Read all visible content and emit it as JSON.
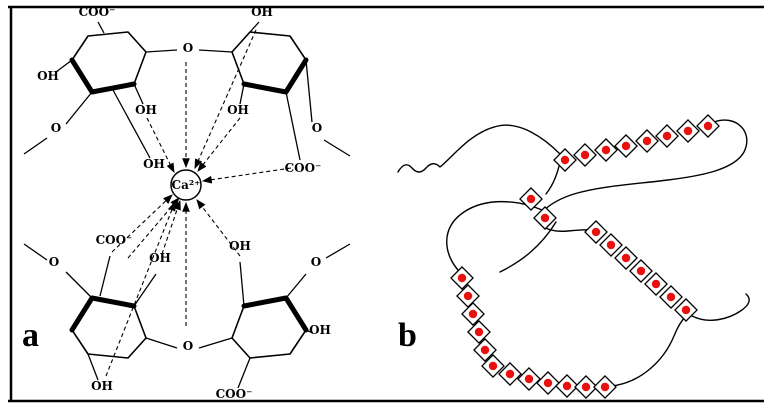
{
  "panel_a": {
    "label": "a",
    "calcium_ion": "Ca²⁺",
    "carboxylate": "COO⁻",
    "hydroxyl": "OH",
    "oxygen": "O"
  },
  "panel_b": {
    "label": "b",
    "dot_color": "#e8110d"
  },
  "colors": {
    "line": "#000000",
    "background": "#ffffff"
  }
}
